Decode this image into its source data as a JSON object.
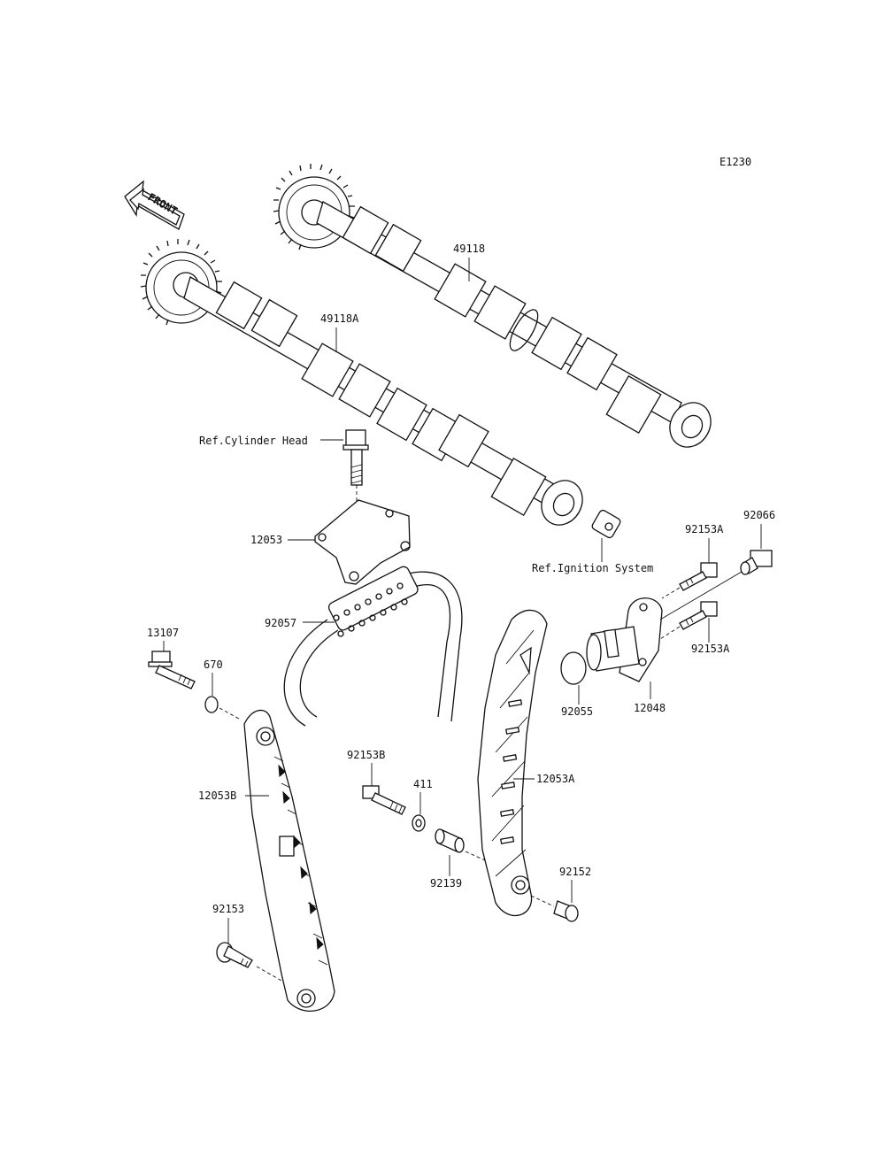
{
  "diagram": {
    "code": "E1230",
    "front_label": "FRONT",
    "labels": {
      "camshaft_exhaust": "49118",
      "camshaft_intake": "49118A",
      "ref_cylinder_head": "Ref.Cylinder Head",
      "chain_guide_upper": "12053",
      "ref_ignition_system": "Ref.Ignition System",
      "bolt_a_top": "92153A",
      "plug": "92066",
      "chain": "92057",
      "bolt_13107": "13107",
      "oring_670": "670",
      "tensioner": "12048",
      "bolt_a_bottom": "92153A",
      "oring_92055": "92055",
      "bolt_b": "92153B",
      "washer_411": "411",
      "guide_a": "12053A",
      "guide_b": "12053B",
      "collar": "92139",
      "bolt_92152": "92152",
      "bolt_92153": "92153"
    }
  }
}
